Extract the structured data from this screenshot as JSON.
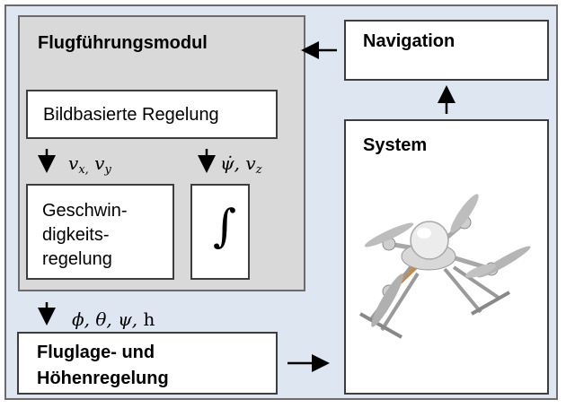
{
  "flight_control_module": {
    "label": "Flugführungsmodul"
  },
  "image_based_control": {
    "label": "Bildbasierte Regelung"
  },
  "velocity_control": {
    "line1": "Geschwin-",
    "line2": "digkeits-",
    "line3": "regelung"
  },
  "integrator": {
    "symbol": "∫"
  },
  "navigation": {
    "label": "Navigation"
  },
  "system": {
    "label": "System"
  },
  "attitude_control": {
    "line1": "Fluglage- und",
    "line2": "Höhenregelung"
  },
  "signals": {
    "vx": "v",
    "vx_sub": "x,",
    "vy": "v",
    "vy_sub": "y",
    "psi_dot": "ψ̇,",
    "vz": "v",
    "vz_sub": "z",
    "attitude_outputs": "ϕ, θ, ψ,",
    "height": "h"
  },
  "colors": {
    "background": "#dde6f1",
    "module": "#d9d9d9",
    "block": "#ffffff",
    "border": "#3d3d3d"
  }
}
